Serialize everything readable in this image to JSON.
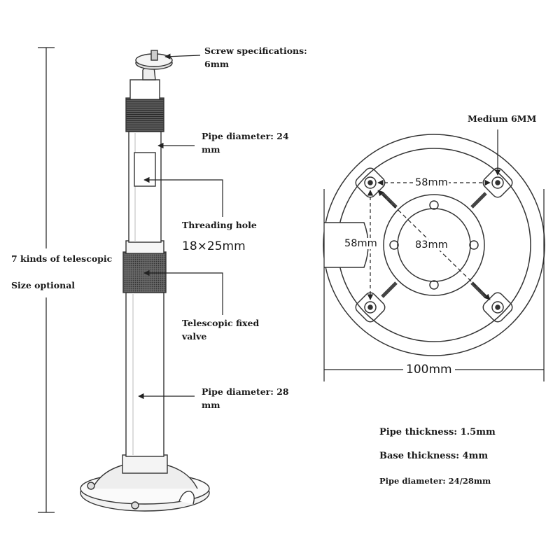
{
  "left_labels": {
    "screw": [
      "Screw specifications:",
      "6mm"
    ],
    "pipe_top": [
      "Pipe diameter: 24",
      "mm"
    ],
    "threading_hole": "Threading hole",
    "threading_size": "18×25mm",
    "telescopic_kinds": "7 kinds of telescopic",
    "size_optional": "Size optional",
    "valve": [
      "Telescopic fixed",
      "valve"
    ],
    "pipe_bottom": [
      "Pipe diameter: 28",
      "mm"
    ]
  },
  "base_labels": {
    "medium": "Medium 6MM",
    "dim_top": "58mm",
    "dim_left": "58mm",
    "dim_center": "83mm",
    "dim_width": "100mm"
  },
  "specs": {
    "pipe_thickness": "Pipe thickness: 1.5mm",
    "base_thickness": "Base thickness: 4mm",
    "pipe_diameter": "Pipe diameter: 24/28mm"
  }
}
